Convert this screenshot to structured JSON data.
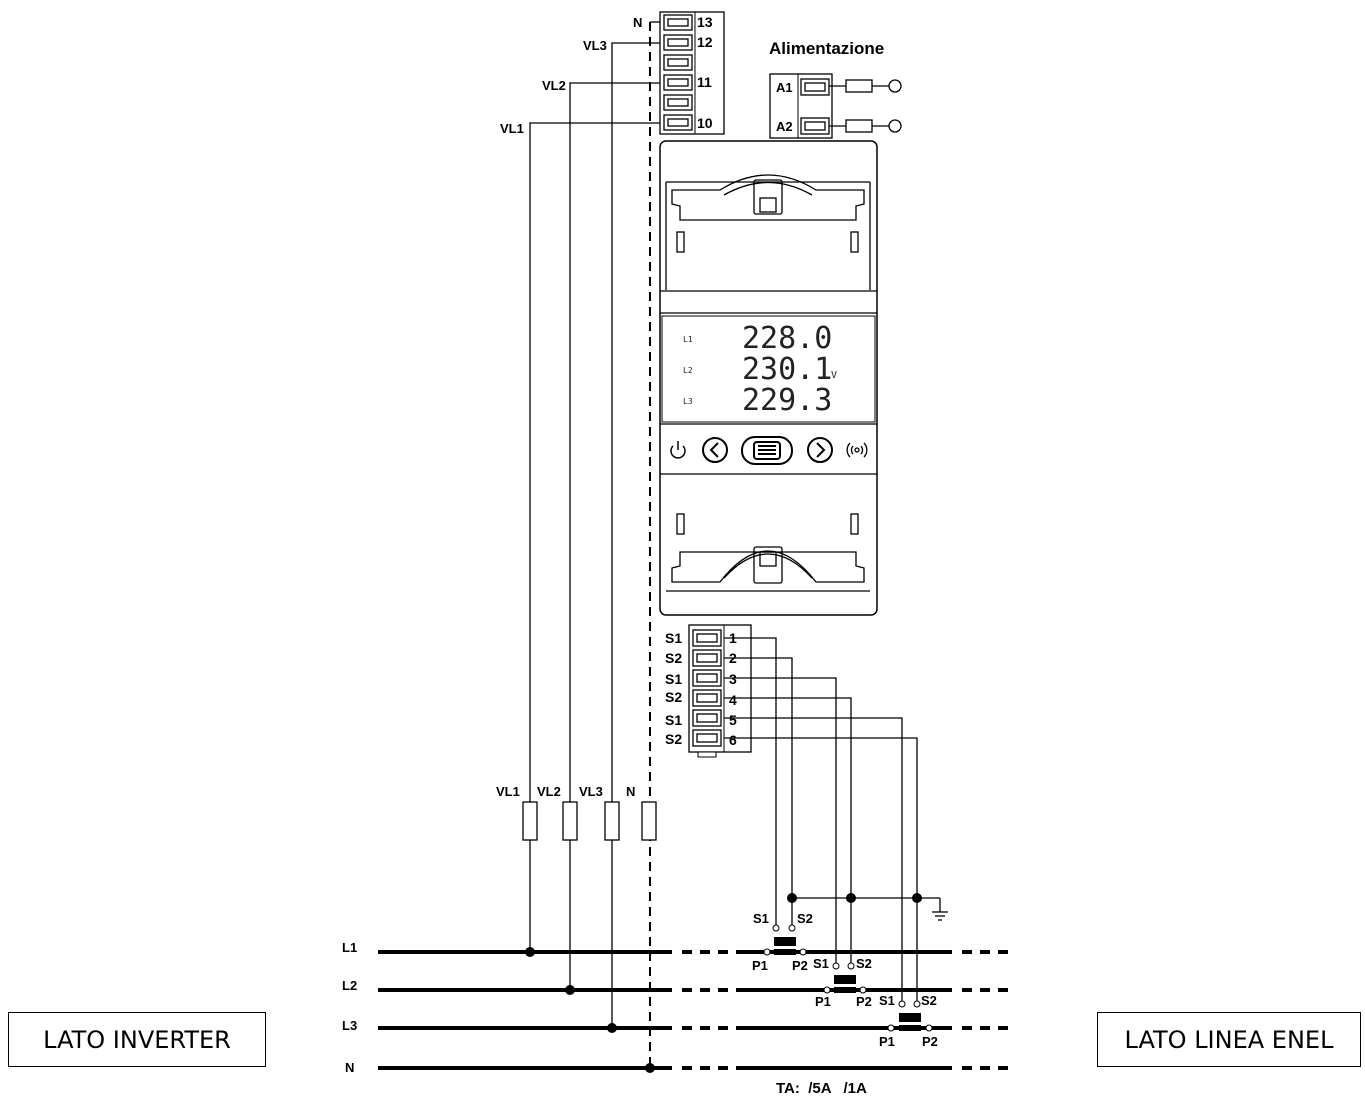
{
  "power_label": "Alimentazione",
  "supply_terminals": [
    "A1",
    "A2"
  ],
  "top_terminal_numbers": [
    "13",
    "12",
    "11",
    "10"
  ],
  "top_labels": {
    "n": "N",
    "vl3": "VL3",
    "vl2": "VL2",
    "vl1": "VL1"
  },
  "display": {
    "rows": [
      {
        "phase": "L1",
        "value": "228.0"
      },
      {
        "phase": "L2",
        "value": "230.1"
      },
      {
        "phase": "L3",
        "value": "229.3"
      }
    ],
    "unit": "V"
  },
  "buttons": {
    "power": "power-icon",
    "left": "chevron-left-icon",
    "menu": "menu-icon",
    "right": "chevron-right-icon",
    "comm": "wireless-icon"
  },
  "ct_terminals": [
    {
      "label": "S1",
      "num": "1"
    },
    {
      "label": "S2",
      "num": "2"
    },
    {
      "label": "S1",
      "num": "3"
    },
    {
      "label": "S2",
      "num": "4"
    },
    {
      "label": "S1",
      "num": "5"
    },
    {
      "label": "S2",
      "num": "6"
    }
  ],
  "fuse_labels": [
    "VL1",
    "VL2",
    "VL3",
    "N"
  ],
  "lines": [
    "L1",
    "L2",
    "L3",
    "N"
  ],
  "ct_labels": {
    "s1": "S1",
    "s2": "S2",
    "p1": "P1",
    "p2": "P2"
  },
  "ct_ratio": "TA:  /5A   /1A",
  "side_left": "LATO INVERTER",
  "side_right": "LATO LINEA ENEL"
}
